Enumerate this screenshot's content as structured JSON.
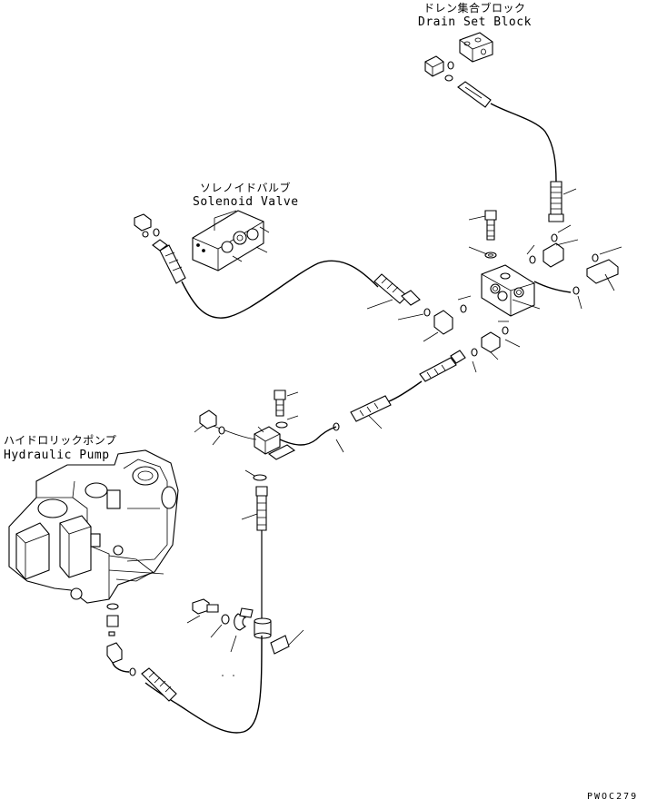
{
  "labels": {
    "drain_jp": "ドレン集合ブロック",
    "drain_en": "Drain Set Block",
    "solenoid_jp": "ソレノイドバルブ",
    "solenoid_en": "Solenoid Valve",
    "pump_jp": "ハイドロリックポンプ",
    "pump_en": "Hydraulic Pump",
    "drawing_code": "PWOC279"
  }
}
